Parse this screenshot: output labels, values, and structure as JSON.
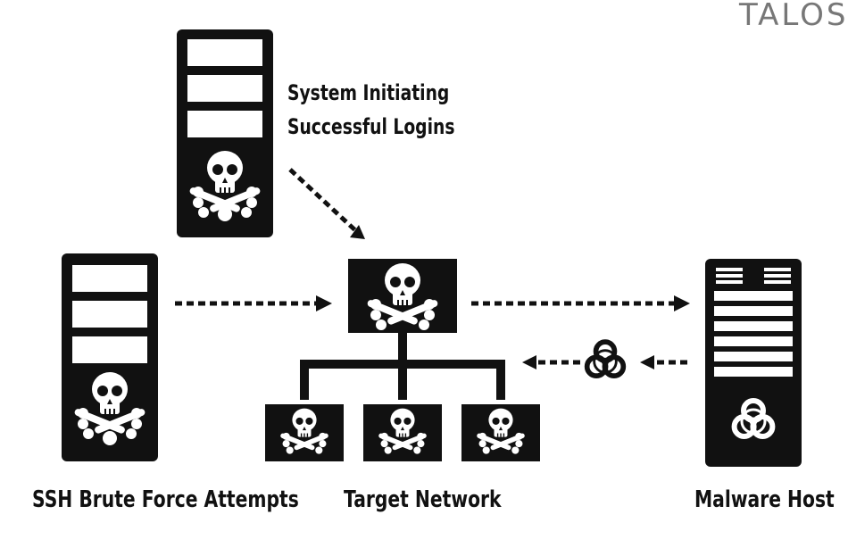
{
  "logo": "TALOS",
  "labels": {
    "system_initiating_line1": "System Initiating",
    "system_initiating_line2": "Successful Logins",
    "ssh_brute_force": "SSH Brute Force Attempts",
    "target_network": "Target Network",
    "malware_host": "Malware Host"
  },
  "colors": {
    "ink": "#111111",
    "logo": "#777777",
    "background": "#ffffff"
  },
  "icons": [
    "skull-crossbones-icon",
    "biohazard-icon"
  ]
}
